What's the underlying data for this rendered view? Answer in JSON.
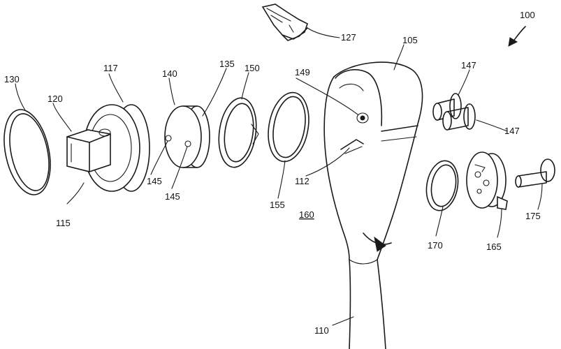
{
  "figure": {
    "labels": {
      "assembly": "100",
      "head": "105",
      "handle": "110",
      "recess": "112",
      "gear": "115",
      "gear_teeth": "117",
      "drive": "120",
      "pawl": "127",
      "ring_130": "130",
      "cover": "135",
      "cover_face": "140",
      "hole_a": "145",
      "hole_b": "145",
      "pin_a": "147",
      "pin_b": "147",
      "aperture": "149",
      "clip": "150",
      "ring_155": "155",
      "ref_160": "160",
      "selector": "165",
      "ring_170": "170",
      "knob": "175"
    }
  }
}
